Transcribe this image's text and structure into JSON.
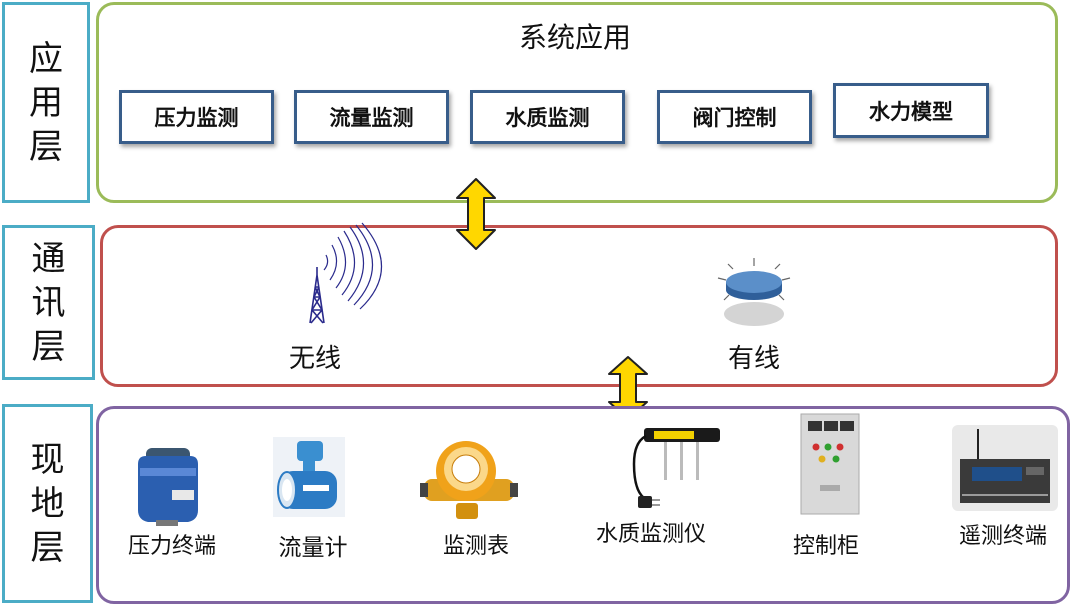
{
  "layers": {
    "application": [
      "应",
      "用",
      "层"
    ],
    "communication": [
      "通",
      "讯",
      "层"
    ],
    "field": [
      "现",
      "地",
      "层"
    ]
  },
  "application": {
    "title": "系统应用",
    "modules": [
      "压力监测",
      "流量监测",
      "水质监测",
      "阀门控制",
      "水力模型"
    ]
  },
  "communication": {
    "wireless": "无线",
    "wired": "有线"
  },
  "field": {
    "devices": [
      "压力终端",
      "流量计",
      "监测表",
      "水质监测仪",
      "控制柜",
      "遥测终端"
    ]
  },
  "colors": {
    "layer_border": "#4bacc6",
    "application_border": "#9bbb59",
    "communication_border": "#c0504d",
    "field_border": "#8064a2",
    "module_border": "#385d8a",
    "arrow": "#ffd700"
  },
  "icons": [
    "radio-tower-icon",
    "network-hub-icon",
    "pressure-terminal-icon",
    "flowmeter-icon",
    "water-meter-icon",
    "water-quality-probe-icon",
    "control-cabinet-icon",
    "telemetry-terminal-icon"
  ]
}
